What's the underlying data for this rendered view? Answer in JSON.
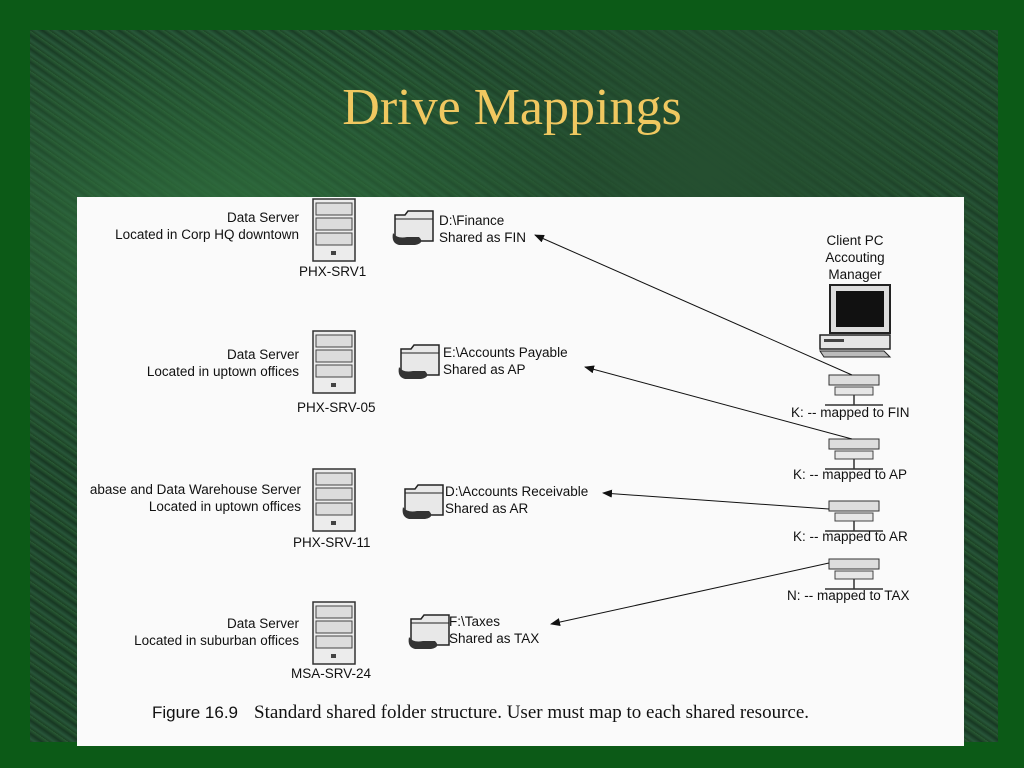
{
  "slide": {
    "title": "Drive Mappings"
  },
  "servers": [
    {
      "name": "PHX-SRV1",
      "line1": "Data Server",
      "line2": "Located in Corp HQ downtown",
      "folder_path": "D:\\Finance",
      "share": "Shared as FIN"
    },
    {
      "name": "PHX-SRV-05",
      "line1": "Data Server",
      "line2": "Located in uptown offices",
      "folder_path": "E:\\Accounts Payable",
      "share": "Shared as AP"
    },
    {
      "name": "PHX-SRV-11",
      "line1": "abase and Data Warehouse Server",
      "line2": "Located in uptown offices",
      "folder_path": "D:\\Accounts Receivable",
      "share": "Shared as AR"
    },
    {
      "name": "MSA-SRV-24",
      "line1": "Data Server",
      "line2": "Located in suburban offices",
      "folder_path": "F:\\Taxes",
      "share": "Shared as TAX"
    }
  ],
  "client": {
    "line1": "Client PC",
    "line2": "Accouting",
    "line3": "Manager"
  },
  "mappings": [
    "K: -- mapped to FIN",
    "K: -- mapped to AP",
    "K: -- mapped to AR",
    "N: -- mapped to TAX"
  ],
  "caption": {
    "figure": "Figure 16.9",
    "text": "Standard shared folder structure. User must map to each shared resource."
  },
  "colors": {
    "title": "#f0c860",
    "background": "#0c5a17"
  }
}
